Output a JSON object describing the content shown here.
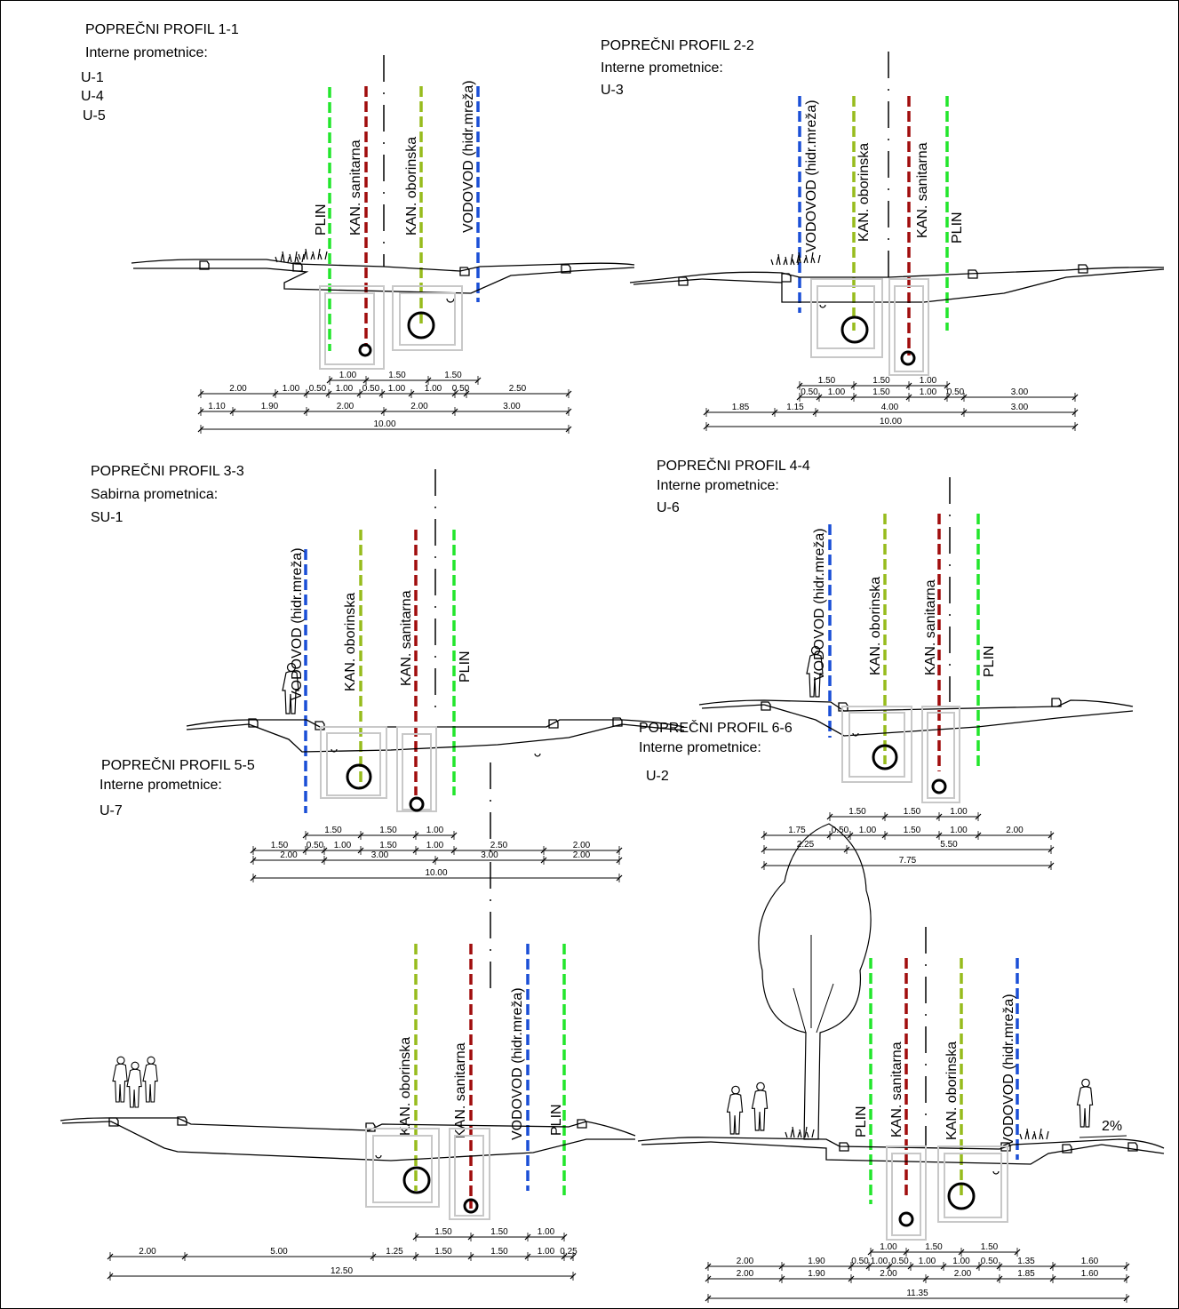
{
  "colors": {
    "plin": "#22e62c",
    "sanitarna": "#a00d0d",
    "oborinska": "#97bc1d",
    "vodovod": "#1a4fd6",
    "axis": "#000000",
    "pipe_box": "#c8c8c8",
    "road": "#000000"
  },
  "utility_labels": {
    "plin": "PLIN",
    "sanitarna": "KAN. sanitarna",
    "oborinska": "KAN. oborinska",
    "vodovod": "VODOVOD (hidr.mreža)"
  },
  "profiles": [
    {
      "id": "p1",
      "title": "POPREČNI PROFIL 1-1",
      "subtitle": "Interne prometnice:",
      "roads": [
        "U-1",
        "U-4",
        "U-5"
      ],
      "dims": [
        [
          "1.00",
          "1.50",
          "1.50"
        ],
        [
          "2.00",
          "1.00",
          "0.50",
          "1.00",
          "0.50",
          "1.00",
          "1.00",
          "0.50",
          "2.50"
        ],
        [
          "1.10",
          "1.90",
          "2.00",
          "2.00",
          "3.00"
        ],
        [
          "10.00"
        ]
      ]
    },
    {
      "id": "p2",
      "title": "POPREČNI PROFIL 2-2",
      "subtitle": "Interne prometnice:",
      "roads": [
        "U-3"
      ],
      "dims": [
        [
          "1.50",
          "1.50",
          "1.00"
        ],
        [
          "0.50",
          "1.00",
          "1.50",
          "1.00",
          "0.50",
          "3.00"
        ],
        [
          "1.85",
          "1.15",
          "4.00",
          "3.00"
        ],
        [
          "10.00"
        ]
      ]
    },
    {
      "id": "p3",
      "title": "POPREČNI PROFIL 3-3",
      "subtitle": "Sabirna  prometnica:",
      "roads": [
        "SU-1"
      ],
      "dims": [
        [
          "1.50",
          "1.50",
          "1.00"
        ],
        [
          "1.50",
          "0.50",
          "1.00",
          "1.50",
          "1.00",
          "2.50",
          "2.00"
        ],
        [
          "2.00",
          "3.00",
          "3.00",
          "2.00"
        ],
        [
          "10.00"
        ]
      ]
    },
    {
      "id": "p4",
      "title": "POPREČNI PROFIL 4-4",
      "subtitle": "Interne prometnice:",
      "roads": [
        "U-6"
      ],
      "dims": [
        [
          "1.50",
          "1.50",
          "1.00"
        ],
        [
          "1.75",
          "0.50",
          "1.00",
          "1.50",
          "1.00",
          "2.00"
        ],
        [
          "2.25",
          "5.50"
        ],
        [
          "7.75"
        ]
      ]
    },
    {
      "id": "p5",
      "title": "POPREČNI PROFIL 5-5",
      "subtitle": "Interne prometnice:",
      "roads": [
        "U-7"
      ],
      "dims": [
        [
          "1.50",
          "1.50",
          "1.00"
        ],
        [
          "2.00",
          "5.00",
          "1.25",
          "1.50",
          "1.50",
          "1.00",
          "0.25"
        ],
        [
          "12.50"
        ]
      ]
    },
    {
      "id": "p6",
      "title": "POPREČNI PROFIL 6-6",
      "subtitle": "Interne prometnice:",
      "roads": [
        "U-2"
      ],
      "slope": "2%",
      "dims": [
        [
          "1.00",
          "1.50",
          "1.50"
        ],
        [
          "2.00",
          "1.90",
          "0.50",
          "1.00",
          "0.50",
          "1.00",
          "1.00",
          "0.50",
          "1.35",
          "1.60"
        ],
        [
          "2.00",
          "1.90",
          "2.00",
          "2.00",
          "1.85",
          "1.60"
        ],
        [
          "11.35"
        ]
      ]
    }
  ]
}
